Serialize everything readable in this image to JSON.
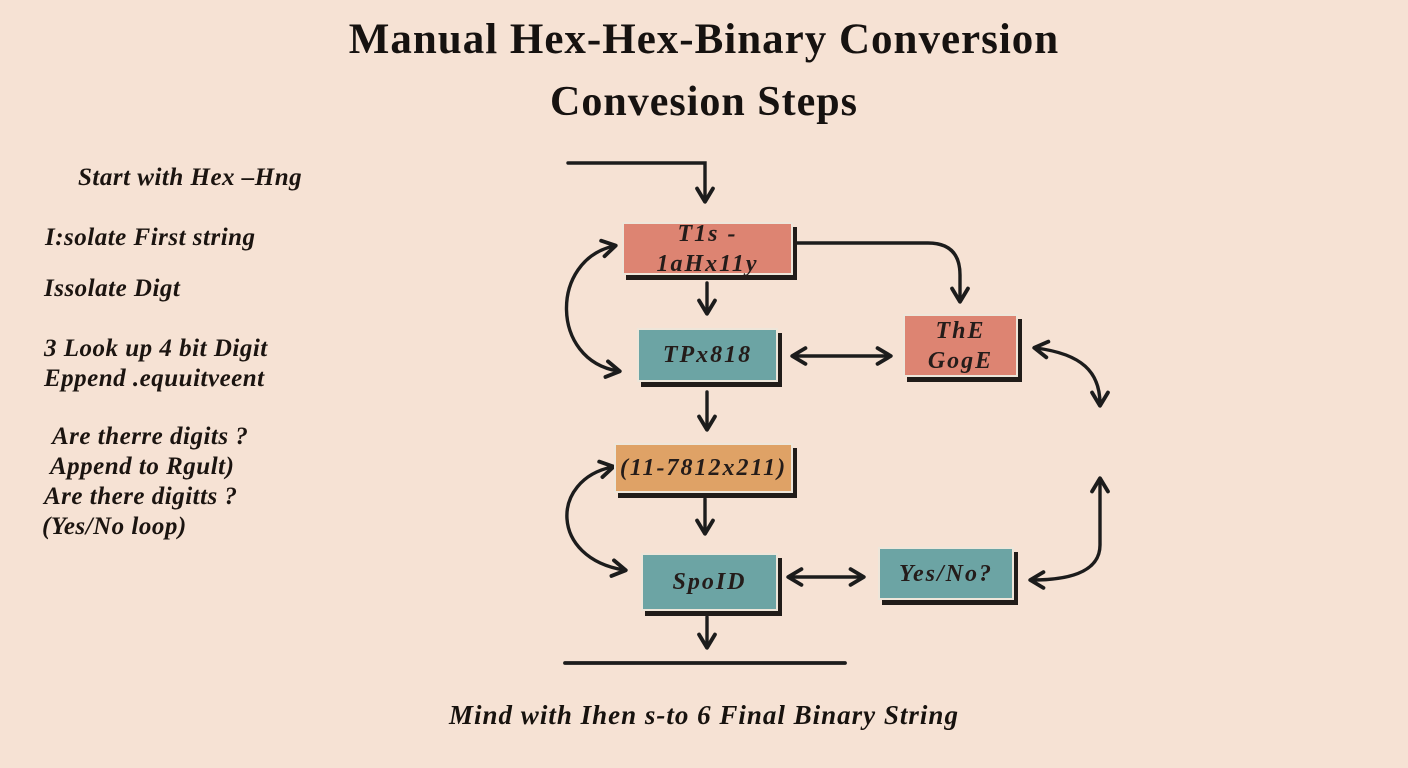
{
  "title": {
    "line1": "Manual Hex-Hex-Binary Conversion",
    "line2": "Convesion Steps"
  },
  "steps": [
    "Start with Hex –Hng",
    "I:solate First string",
    "Issolate Digt",
    "3 Look up 4 bit Digit",
    "Eppend .equuitveent",
    "Are therre digits ?",
    "Append to Rgult)",
    "Are there digitts ?",
    "(Yes/No loop)"
  ],
  "flowchart": {
    "nodes": [
      {
        "id": "start-box",
        "label": "T1s - 1aHx11y",
        "color": "#dd8472"
      },
      {
        "id": "process-box",
        "label": "TPx818",
        "color": "#6ca4a4"
      },
      {
        "id": "side-box",
        "label": "ThE\nGogE",
        "color": "#dd8472"
      },
      {
        "id": "lookup-box",
        "label": "(11-7812x211)",
        "color": "#dfa266"
      },
      {
        "id": "append-box",
        "label": "SpoID",
        "color": "#6ca4a4"
      },
      {
        "id": "decision-box",
        "label": "Yes/No?",
        "color": "#6ca4a4"
      }
    ]
  },
  "footer": {
    "caption": "Mind with Ihen s-to 6 Final Binary String"
  },
  "colors": {
    "background": "#f6e2d4",
    "salmon": "#dd8472",
    "teal": "#6ca4a4",
    "orange": "#dfa266",
    "line": "#1c1c1c"
  }
}
